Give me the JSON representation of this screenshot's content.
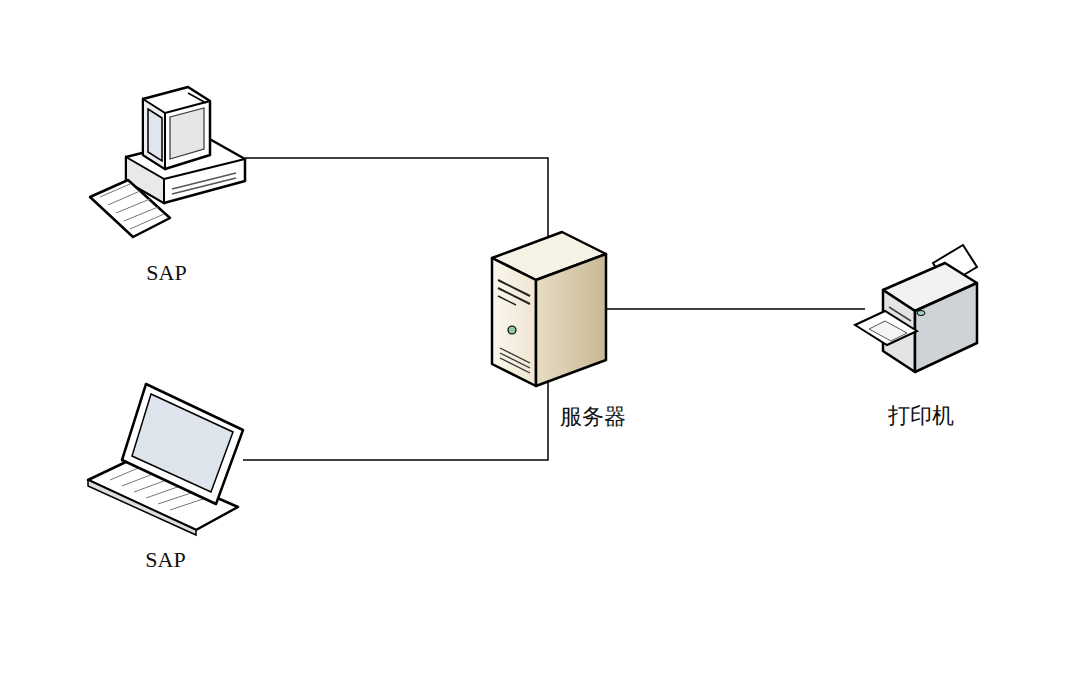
{
  "diagram": {
    "nodes": [
      {
        "text": [
          "SAP"
        ]
      },
      {
        "text": [
          "SAP"
        ]
      },
      {
        "text": [
          "服务器"
        ]
      },
      {
        "text": [
          "打印机"
        ]
      }
    ],
    "edges": [
      {
        "from": 0,
        "to": 2,
        "arrow": "none"
      },
      {
        "from": 1,
        "to": 2,
        "arrow": "none"
      },
      {
        "from": 2,
        "to": 3,
        "arrow": "none"
      }
    ]
  }
}
